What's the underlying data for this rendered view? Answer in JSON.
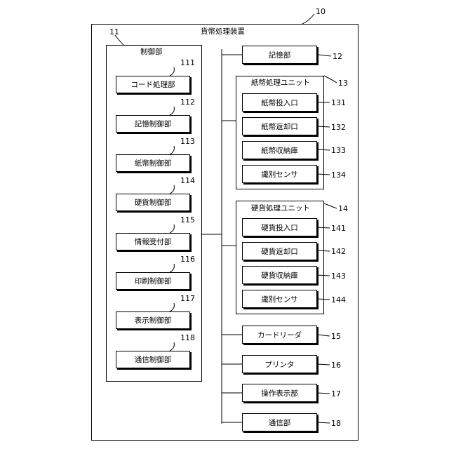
{
  "device": {
    "title": "貨幣処理装置",
    "ref": "10"
  },
  "control": {
    "title": "制御部",
    "ref": "11",
    "items": [
      {
        "label": "コード処理部",
        "ref": "111"
      },
      {
        "label": "記憶制御部",
        "ref": "112"
      },
      {
        "label": "紙幣制御部",
        "ref": "113"
      },
      {
        "label": "硬貨制御部",
        "ref": "114"
      },
      {
        "label": "情報受付部",
        "ref": "115"
      },
      {
        "label": "印刷制御部",
        "ref": "116"
      },
      {
        "label": "表示制御部",
        "ref": "117"
      },
      {
        "label": "通信制御部",
        "ref": "118"
      }
    ]
  },
  "storage": {
    "label": "記憶部",
    "ref": "12"
  },
  "bill_unit": {
    "title": "紙幣処理ユニット",
    "ref": "13",
    "items": [
      {
        "label": "紙幣投入口",
        "ref": "131"
      },
      {
        "label": "紙幣返却口",
        "ref": "132"
      },
      {
        "label": "紙幣収納庫",
        "ref": "133"
      },
      {
        "label": "識別センサ",
        "ref": "134"
      }
    ]
  },
  "coin_unit": {
    "title": "硬貨処理ユニット",
    "ref": "14",
    "items": [
      {
        "label": "硬貨投入口",
        "ref": "141"
      },
      {
        "label": "硬貨返却口",
        "ref": "142"
      },
      {
        "label": "硬貨収納庫",
        "ref": "143"
      },
      {
        "label": "識別センサ",
        "ref": "144"
      }
    ]
  },
  "peripherals": [
    {
      "label": "カードリーダ",
      "ref": "15"
    },
    {
      "label": "プリンタ",
      "ref": "16"
    },
    {
      "label": "操作表示部",
      "ref": "17"
    },
    {
      "label": "通信部",
      "ref": "18"
    }
  ]
}
